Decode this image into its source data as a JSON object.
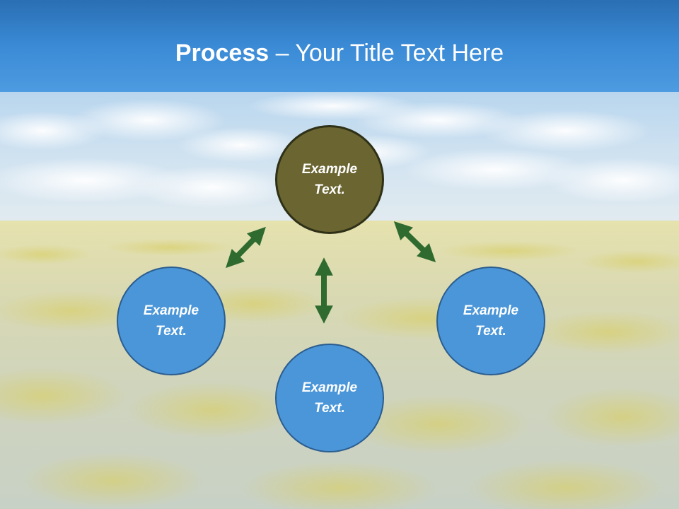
{
  "title": {
    "bold": "Process",
    "separator": " – ",
    "rest": "Your Title Text Here"
  },
  "nodes": {
    "top": {
      "label": "Example Text."
    },
    "left": {
      "label": "Example Text."
    },
    "bottom": {
      "label": "Example Text."
    },
    "right": {
      "label": "Example Text."
    }
  },
  "colors": {
    "center_fill": "#6b6531",
    "outer_fill": "#4a96d9",
    "arrow": "#2f6b2f",
    "sky_top": "#2e7bc4"
  }
}
